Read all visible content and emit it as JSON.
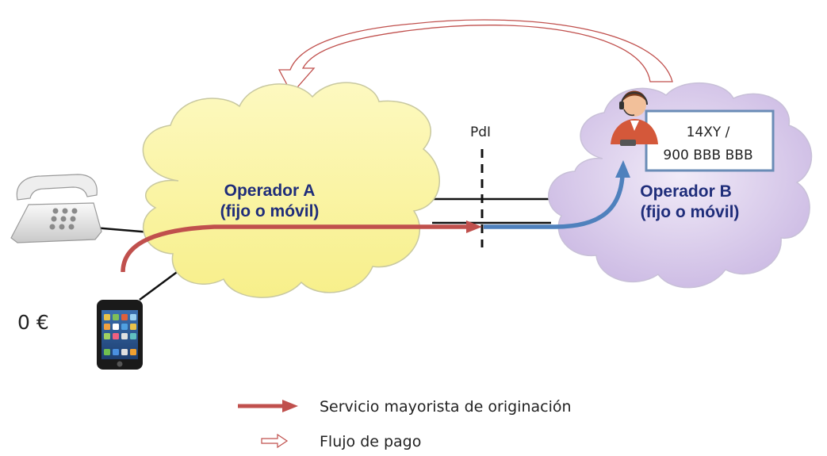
{
  "operator_a": {
    "line1": "Operador A",
    "line2": "(fijo o móvil)",
    "cloud_fill": "#fdf7a8",
    "cloud_stroke": "#c8c8a0"
  },
  "operator_b": {
    "line1": "Operador B",
    "line2": "(fijo o móvil)",
    "cloud_fill": "#ddd0ee",
    "cloud_stroke": "#c8c0d8"
  },
  "interconnection_point": {
    "label": "PdI"
  },
  "service_number": {
    "line1": "14XY /",
    "line2": "900 BBB BBB",
    "border_color": "#6a8cb6"
  },
  "price": {
    "label": "0 €"
  },
  "legend": {
    "items": [
      {
        "label": "Servicio mayorista de originación",
        "color": "#c0504d",
        "style": "solid-arrow"
      },
      {
        "label": "Flujo de pago",
        "color": "#c0504d",
        "style": "outline-arrow"
      }
    ]
  },
  "flows": {
    "origination_color": "#c0504d",
    "termination_color": "#4f81bd"
  },
  "icons": [
    "landline-phone-icon",
    "mobile-phone-icon",
    "call-center-agent-icon"
  ]
}
